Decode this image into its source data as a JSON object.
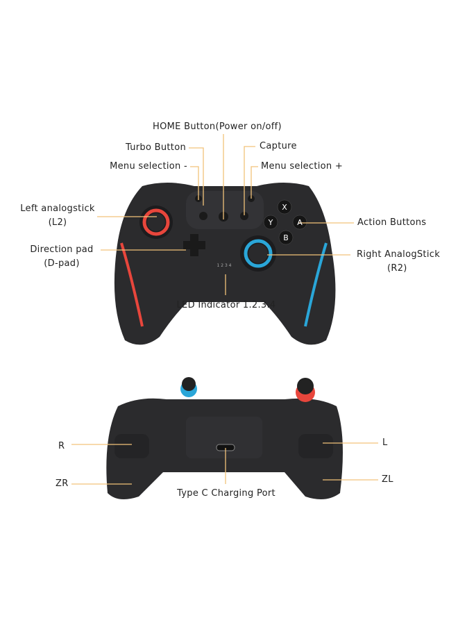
{
  "front_labels": {
    "home": "HOME Button(Power on/off)",
    "turbo": "Turbo Button",
    "menu_minus": "Menu selection -",
    "capture": "Capture",
    "menu_plus": "Menu selection +",
    "left_stick": "Left analogstick",
    "left_stick_sub": "(L2)",
    "dpad": "Direction pad",
    "dpad_sub": "(D-pad)",
    "action": "Action Buttons",
    "right_stick": "Right AnalogStick",
    "right_stick_sub": "(R2)",
    "led": "LED Indicator 1.2.3.4"
  },
  "face_buttons": {
    "x": "X",
    "y": "Y",
    "a": "A",
    "b": "B"
  },
  "led_numbers": "1 2 3 4",
  "back_labels": {
    "r": "R",
    "zr": "ZR",
    "l": "L",
    "zl": "ZL",
    "port": "Type C Charging Port"
  },
  "colors": {
    "leader_line": "#f2c27a",
    "body": "#2b2b2d",
    "red_accent": "#e8463c",
    "blue_accent": "#2aa6d8"
  }
}
